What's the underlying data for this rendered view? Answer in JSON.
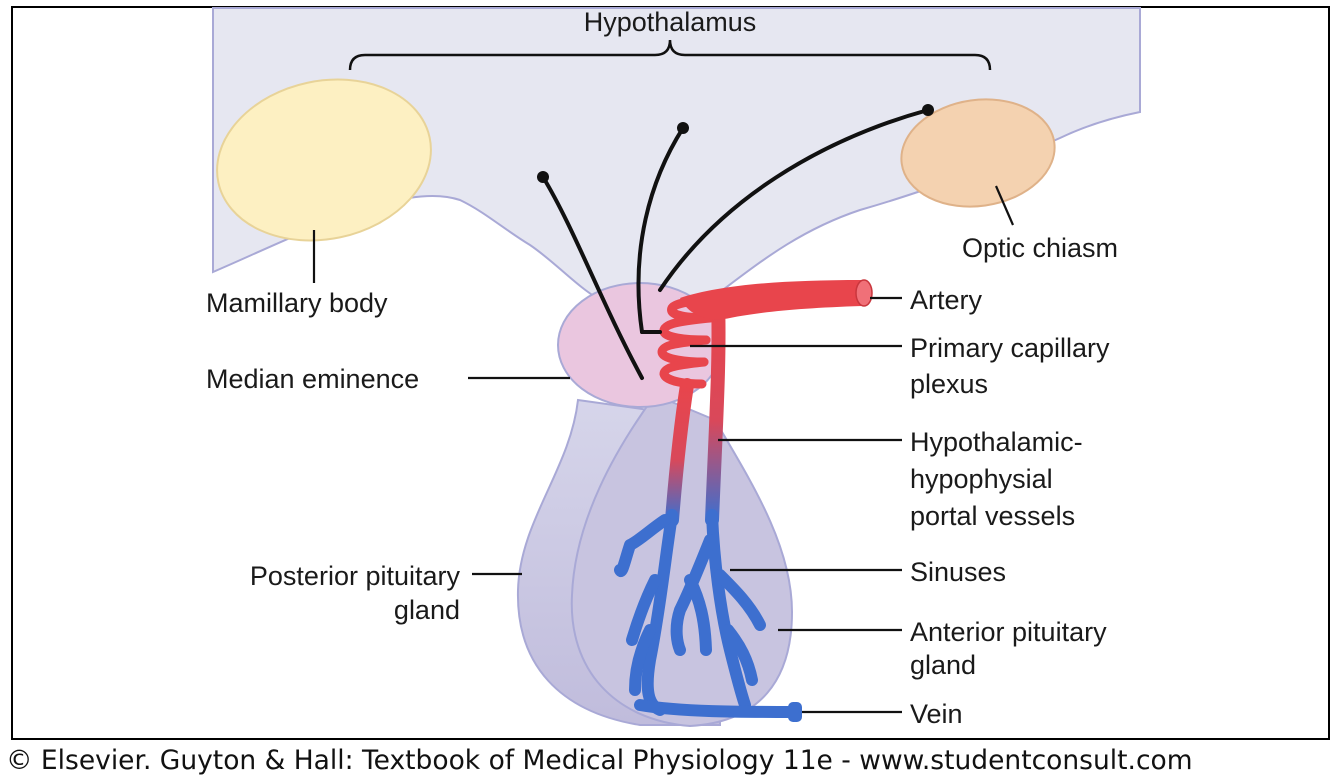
{
  "diagram": {
    "labels": {
      "hypothalamus": "Hypothalamus",
      "optic_chiasm": "Optic chiasm",
      "mamillary_body": "Mamillary body",
      "artery": "Artery",
      "primary_capillary_1": "Primary capillary",
      "primary_capillary_2": "plexus",
      "median_eminence": "Median eminence",
      "portal_1": "Hypothalamic-",
      "portal_2": "hypophysial",
      "portal_3": "portal vessels",
      "posterior_1": "Posterior pituitary",
      "posterior_2": "gland",
      "sinuses": "Sinuses",
      "anterior_1": "Anterior pituitary",
      "anterior_2": "gland",
      "vein": "Vein"
    },
    "colors": {
      "hypothalamus_fill": "#e6e7f1",
      "outline": "#a9a9d6",
      "mamillary_fill": "#fdf0c2",
      "mamillary_stroke": "#e8d398",
      "chiasm_fill": "#f4d2b0",
      "chiasm_stroke": "#dfb289",
      "eminence_fill": "#eac6df",
      "pituitary_fill": "#c8c4e0",
      "artery": "#e8454c",
      "vein": "#3d6fcf",
      "nerve": "#111111"
    }
  },
  "credit": "© Elsevier. Guyton & Hall: Textbook of Medical Physiology 11e - www.studentconsult.com"
}
